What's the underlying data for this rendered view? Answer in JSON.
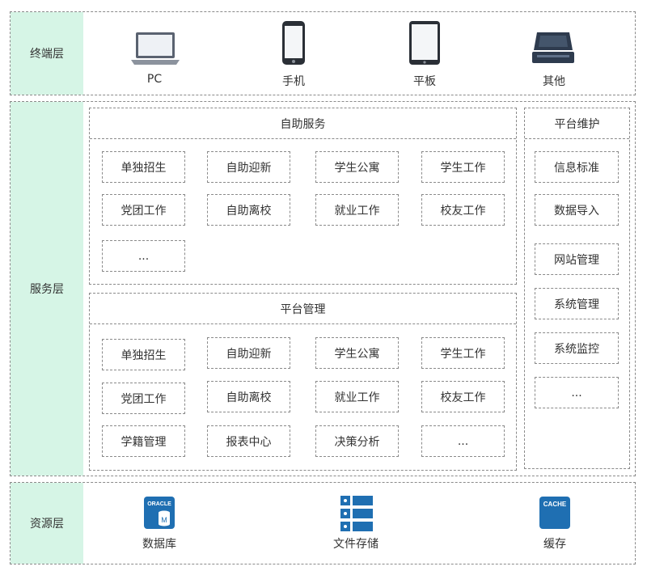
{
  "terminal_layer": {
    "label": "终端层",
    "devices": [
      {
        "label": "PC",
        "icon": "laptop-icon"
      },
      {
        "label": "手机",
        "icon": "phone-icon"
      },
      {
        "label": "平板",
        "icon": "tablet-icon"
      },
      {
        "label": "其他",
        "icon": "scanner-icon"
      }
    ]
  },
  "service_layer": {
    "label": "服务层",
    "self_service": {
      "title": "自助服务",
      "items": [
        "单独招生",
        "自助迎新",
        "学生公寓",
        "学生工作",
        "党团工作",
        "自助离校",
        "就业工作",
        "校友工作",
        "..."
      ]
    },
    "platform_management": {
      "title": "平台管理",
      "items": [
        "单独招生",
        "自助迎新",
        "学生公寓",
        "学生工作",
        "党团工作",
        "自助离校",
        "就业工作",
        "校友工作",
        "学籍管理",
        "报表中心",
        "决策分析",
        "..."
      ]
    },
    "platform_maintenance": {
      "title": "平台维护",
      "items": [
        "信息标准",
        "数据导入",
        "网站管理",
        "系统管理",
        "系统监控",
        "..."
      ]
    }
  },
  "resource_layer": {
    "label": "资源层",
    "resources": [
      {
        "label": "数据库",
        "icon": "oracle-database-icon",
        "icon_text": "ORACLE",
        "icon_sub": "M"
      },
      {
        "label": "文件存储",
        "icon": "file-storage-icon"
      },
      {
        "label": "缓存",
        "icon": "cache-icon",
        "icon_text": "CACHE"
      }
    ]
  },
  "colors": {
    "layer_label_bg": "#d6f5e6",
    "icon_blue": "#1f6fb2",
    "device_dark": "#2e3b4e"
  }
}
